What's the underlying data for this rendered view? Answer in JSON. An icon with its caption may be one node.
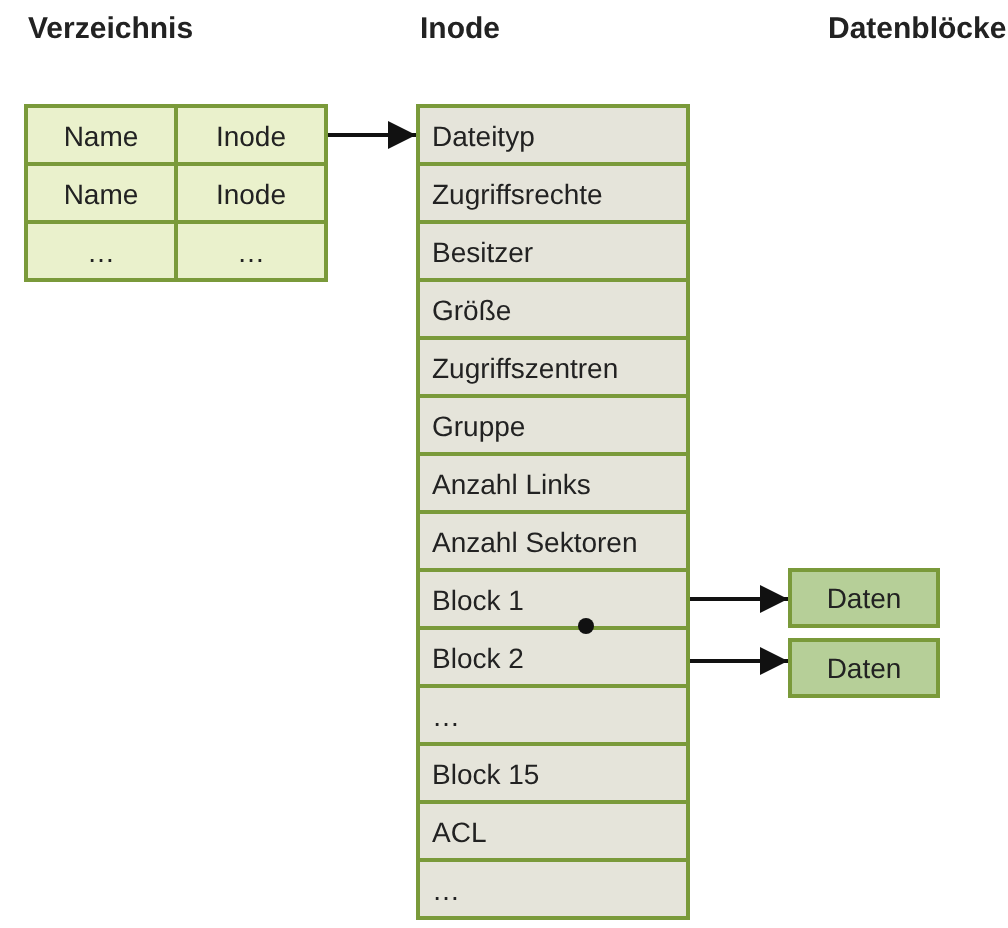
{
  "diagram": {
    "nodes": [
      {
        "text": [
          "Verzeichnis"
        ]
      },
      {
        "text": [
          "Name"
        ],
        "in": 0
      },
      {
        "text": [
          "Inode"
        ],
        "in": 0
      },
      {
        "text": [
          "Name"
        ],
        "in": 0
      },
      {
        "text": [
          "Inode"
        ],
        "in": 0
      },
      {
        "text": [
          "…"
        ],
        "in": 0
      },
      {
        "text": [
          "…"
        ],
        "in": 0
      },
      {
        "text": [
          "Inode"
        ]
      },
      {
        "text": [
          "Dateityp"
        ],
        "in": 7
      },
      {
        "text": [
          "Zugriffsrechte"
        ],
        "in": 7
      },
      {
        "text": [
          "Besitzer"
        ],
        "in": 7
      },
      {
        "text": [
          "Größe"
        ],
        "in": 7
      },
      {
        "text": [
          "Zugriffszentren"
        ],
        "in": 7
      },
      {
        "text": [
          "Gruppe"
        ],
        "in": 7
      },
      {
        "text": [
          "Anzahl Links"
        ],
        "in": 7
      },
      {
        "text": [
          "Anzahl Sektoren"
        ],
        "in": 7
      },
      {
        "text": [
          "Block 1"
        ],
        "in": 7
      },
      {
        "text": [
          "Block 2"
        ],
        "in": 7
      },
      {
        "text": [
          "…"
        ],
        "in": 7
      },
      {
        "text": [
          "Block 15"
        ],
        "in": 7
      },
      {
        "text": [
          "ACL"
        ],
        "in": 7
      },
      {
        "text": [
          "…"
        ],
        "in": 7
      },
      {
        "text": [
          "Daten"
        ]
      },
      {
        "text": [
          "Daten"
        ]
      }
    ],
    "edges": [
      {
        "from": 2,
        "to": 8,
        "arrow": "to"
      },
      {
        "from": 16,
        "to": 22,
        "arrow": "to"
      },
      {
        "from": 17,
        "to": 23,
        "arrow": "to"
      }
    ],
    "labels": [
      "Datenblöcke"
    ]
  }
}
